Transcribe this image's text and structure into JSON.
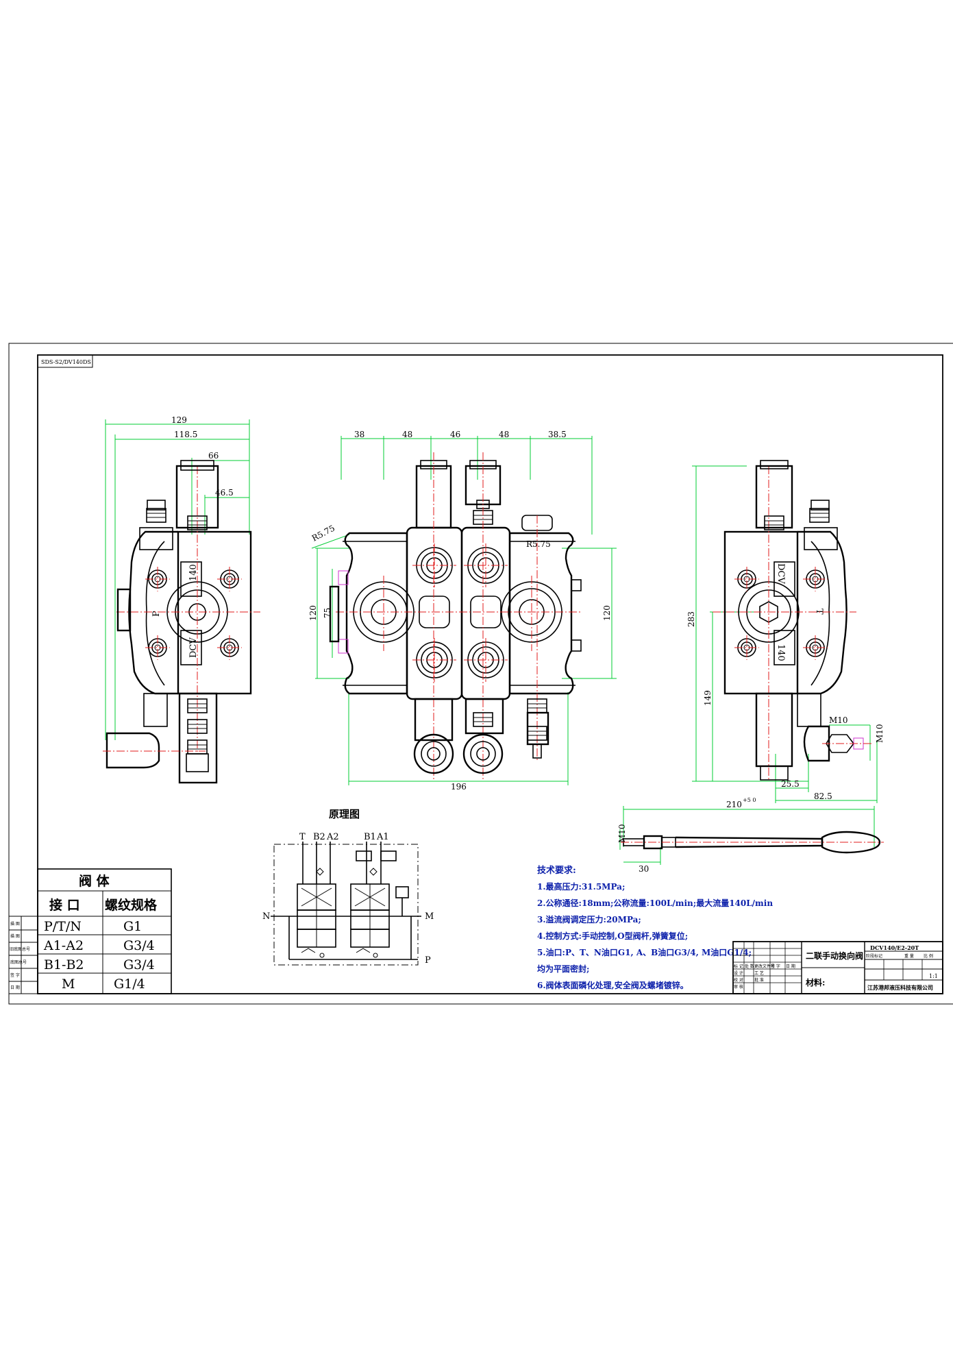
{
  "drawing_code": "SDS-S2/DV140DS",
  "front_view": {
    "dims": {
      "w129": "129",
      "w118": "118.5",
      "w66": "66",
      "w46": "46.5",
      "d38": "38",
      "d48a": "48",
      "d46": "46",
      "d48b": "48",
      "d385": "38.5",
      "r575a": "R5.75",
      "r575b": "R5.75",
      "h120a": "120",
      "h75": "75",
      "h120b": "120",
      "w196": "196"
    },
    "body_labels": {
      "side140": "140",
      "sideP": "P",
      "sideDCV": "DCV",
      "right140": "140",
      "rightT": "T",
      "rightDCV": "DCV"
    }
  },
  "right_view": {
    "dims": {
      "h283": "283",
      "h149": "149",
      "m10a": "M10",
      "m10b": "M10",
      "w255": "25.5",
      "w825": "82.5"
    }
  },
  "handle": {
    "length": "210",
    "tol": "+5 0",
    "thread": "M10",
    "len30": "30"
  },
  "schematic": {
    "title": "原理图",
    "ports_top": [
      "T",
      "B2",
      "A2",
      "B1",
      "A1"
    ],
    "port_left": "N",
    "port_right": "M",
    "port_bottom": "P"
  },
  "port_table": {
    "title": "阀    体",
    "header": [
      "接 口",
      "螺纹规格"
    ],
    "rows": [
      [
        "P/T/N",
        "G1"
      ],
      [
        "A1-A2",
        "G3/4"
      ],
      [
        "B1-B2",
        "G3/4"
      ],
      [
        "M",
        "G1/4"
      ]
    ],
    "side_labels": [
      "描 图",
      "描 图",
      "旧底图总号",
      "底图总号",
      "签 字",
      "日 期"
    ]
  },
  "tech": {
    "title": "技术要求:",
    "items": [
      "1.最高压力:31.5MPa;",
      "2.公称通径:18mm;公称流量:100L/min;最大流量140L/min",
      "3.溢流阀调定压力:20MPa;",
      "4.控制方式:手动控制,O型阀杆,弹簧复位;",
      "5.油口:P、T、N油口G1, A、B油口G3/4, M油口G1/4;",
      "均为平面密封;",
      "6.阀体表面磷化处理,安全阀及螺堵镀锌。"
    ]
  },
  "title_block": {
    "name": "二联手动换向阀",
    "code": "DCV140/E2-20T",
    "material": "材料:",
    "company": "江苏港邦液压科技有限公司",
    "scale": "1:1",
    "cells": [
      "标 记",
      "处 数",
      "更改文件号",
      "签 字",
      "日 期",
      "设 计",
      "校 对",
      "审 核",
      "工 艺",
      "批 准",
      "阶段标记",
      "重 量",
      "比 例"
    ]
  }
}
